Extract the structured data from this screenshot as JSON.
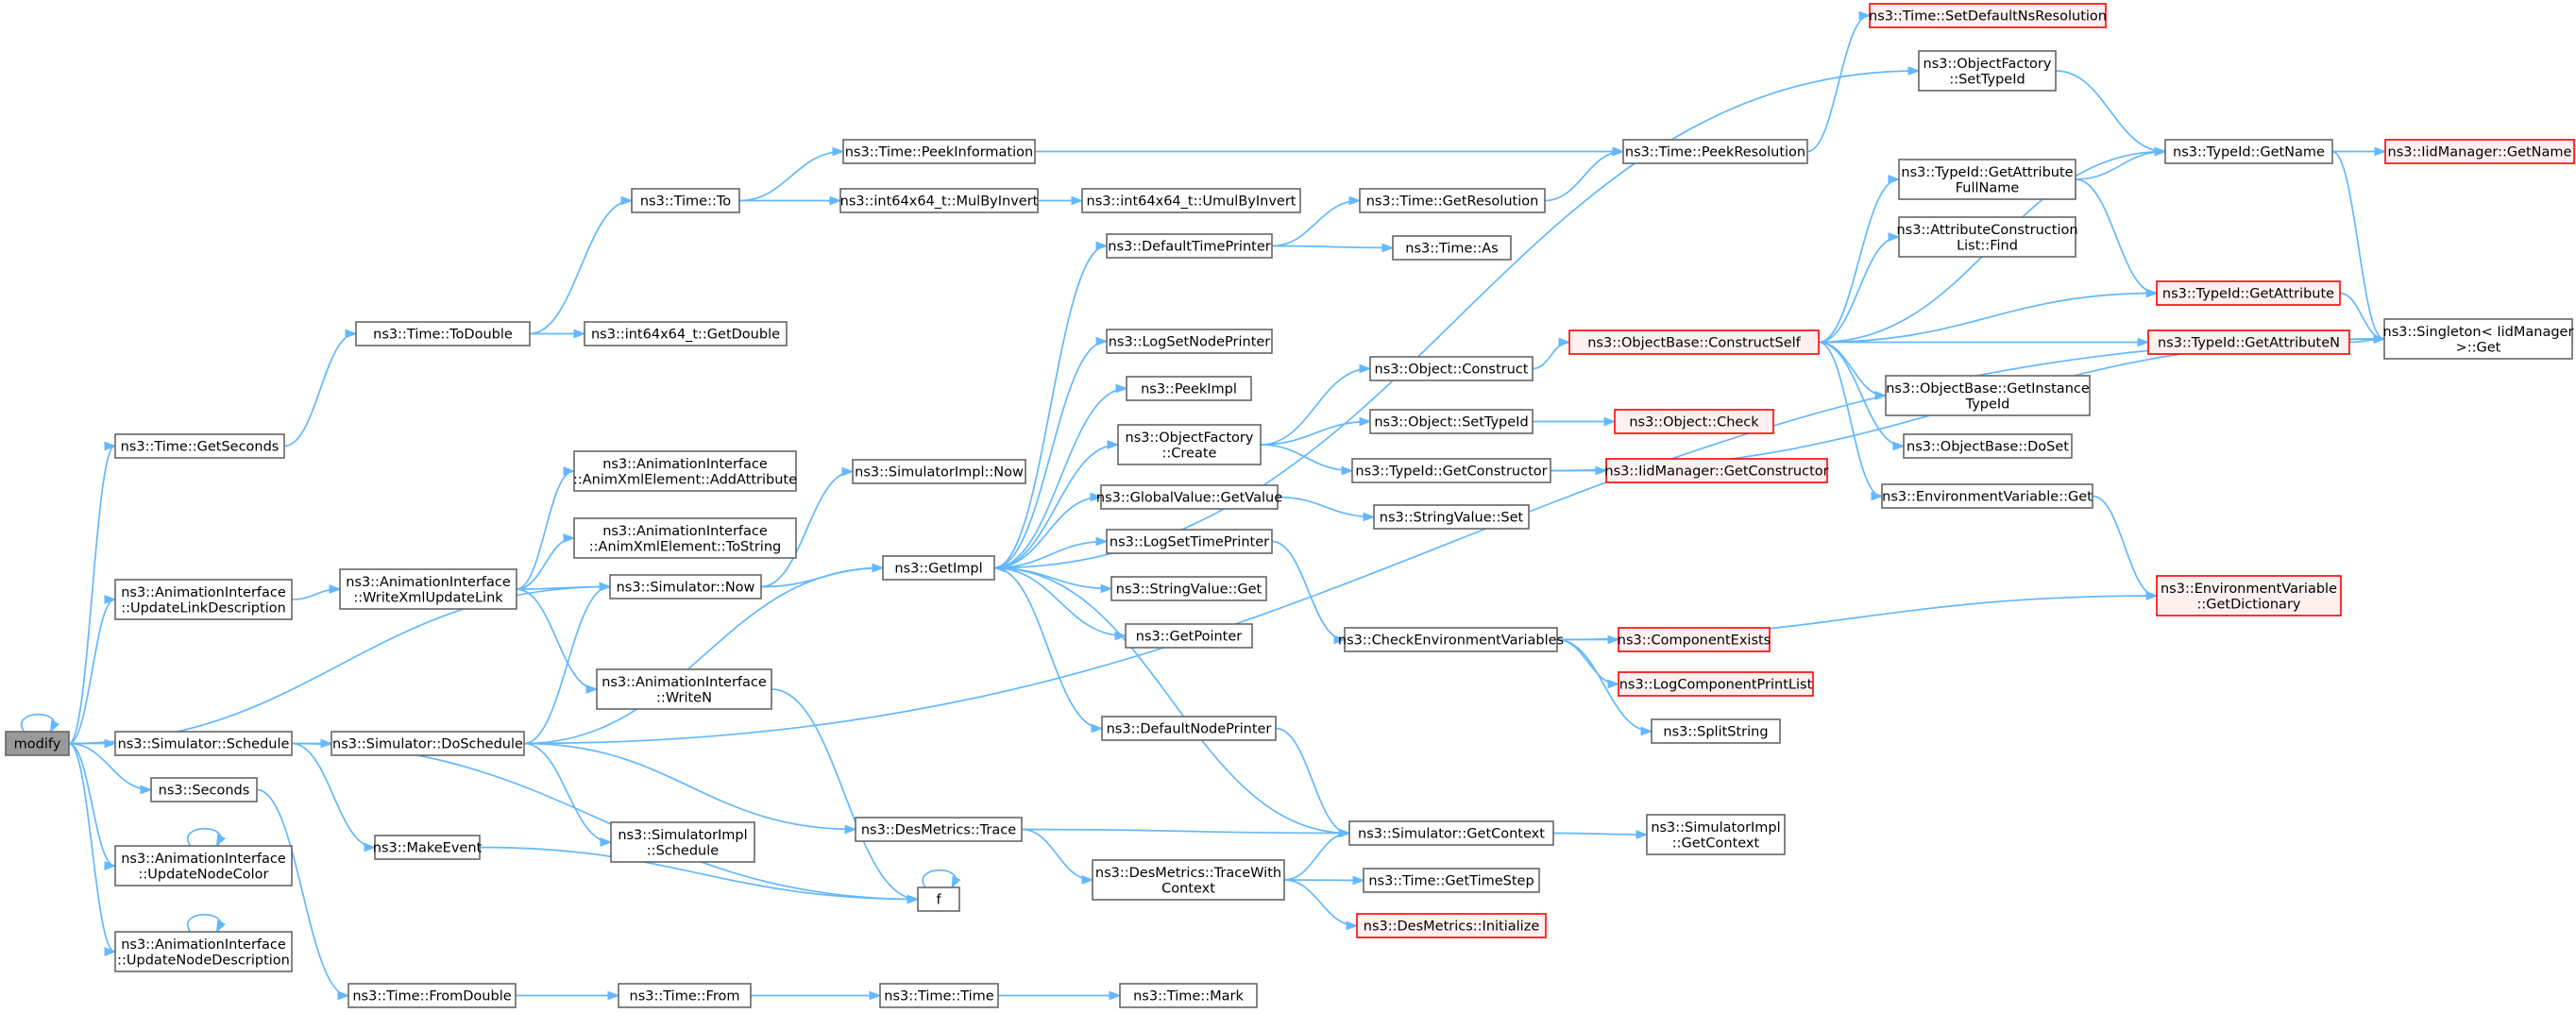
{
  "graph": {
    "title": "",
    "nodes": [
      {
        "id": "modify",
        "lines": [
          "modify"
        ]
      },
      {
        "id": "getseconds",
        "lines": [
          "ns3::Time::GetSeconds"
        ]
      },
      {
        "id": "updlinkdesc",
        "lines": [
          "ns3::AnimationInterface",
          "::UpdateLinkDescription"
        ]
      },
      {
        "id": "schedule",
        "lines": [
          "ns3::Simulator::Schedule"
        ]
      },
      {
        "id": "seconds",
        "lines": [
          "ns3::Seconds"
        ]
      },
      {
        "id": "updnodecolor",
        "lines": [
          "ns3::AnimationInterface",
          "::UpdateNodeColor"
        ]
      },
      {
        "id": "updnodedesc",
        "lines": [
          "ns3::AnimationInterface",
          "::UpdateNodeDescription"
        ]
      },
      {
        "id": "todouble",
        "lines": [
          "ns3::Time::ToDouble"
        ]
      },
      {
        "id": "writexml",
        "lines": [
          "ns3::AnimationInterface",
          "::WriteXmlUpdateLink"
        ]
      },
      {
        "id": "doschedule",
        "lines": [
          "ns3::Simulator::DoSchedule"
        ]
      },
      {
        "id": "makeevent",
        "lines": [
          "ns3::MakeEvent"
        ]
      },
      {
        "id": "fromdouble",
        "lines": [
          "ns3::Time::FromDouble"
        ]
      },
      {
        "id": "timeto",
        "lines": [
          "ns3::Time::To"
        ]
      },
      {
        "id": "getdouble",
        "lines": [
          "ns3::int64x64_t::GetDouble"
        ]
      },
      {
        "id": "addattr",
        "lines": [
          "ns3::AnimationInterface",
          "::AnimXmlElement::AddAttribute"
        ]
      },
      {
        "id": "tostring",
        "lines": [
          "ns3::AnimationInterface",
          "::AnimXmlElement::ToString"
        ]
      },
      {
        "id": "simnow",
        "lines": [
          "ns3::Simulator::Now"
        ]
      },
      {
        "id": "writen",
        "lines": [
          "ns3::AnimationInterface",
          "::WriteN"
        ]
      },
      {
        "id": "simimplsched",
        "lines": [
          "ns3::SimulatorImpl",
          "::Schedule"
        ]
      },
      {
        "id": "timefrom",
        "lines": [
          "ns3::Time::From"
        ]
      },
      {
        "id": "peekinfo",
        "lines": [
          "ns3::Time::PeekInformation"
        ]
      },
      {
        "id": "mulbyinvert",
        "lines": [
          "ns3::int64x64_t::MulByInvert"
        ]
      },
      {
        "id": "simimplnow",
        "lines": [
          "ns3::SimulatorImpl::Now"
        ]
      },
      {
        "id": "getimpl",
        "lines": [
          "ns3::GetImpl"
        ]
      },
      {
        "id": "destrace",
        "lines": [
          "ns3::DesMetrics::Trace"
        ]
      },
      {
        "id": "f",
        "lines": [
          "f"
        ]
      },
      {
        "id": "timetime",
        "lines": [
          "ns3::Time::Time"
        ]
      },
      {
        "id": "umulbyinvert",
        "lines": [
          "ns3::int64x64_t::UmulByInvert"
        ]
      },
      {
        "id": "deftimeprinter",
        "lines": [
          "ns3::DefaultTimePrinter"
        ]
      },
      {
        "id": "logsetnode",
        "lines": [
          "ns3::LogSetNodePrinter"
        ]
      },
      {
        "id": "peekimpl",
        "lines": [
          "ns3::PeekImpl"
        ]
      },
      {
        "id": "objfactcreate",
        "lines": [
          "ns3::ObjectFactory",
          "::Create"
        ]
      },
      {
        "id": "gvgetvalue",
        "lines": [
          "ns3::GlobalValue::GetValue"
        ]
      },
      {
        "id": "logsettime",
        "lines": [
          "ns3::LogSetTimePrinter"
        ]
      },
      {
        "id": "strvalget",
        "lines": [
          "ns3::StringValue::Get"
        ]
      },
      {
        "id": "getpointer",
        "lines": [
          "ns3::GetPointer"
        ]
      },
      {
        "id": "defnodeprinter",
        "lines": [
          "ns3::DefaultNodePrinter"
        ]
      },
      {
        "id": "destracectx",
        "lines": [
          "ns3::DesMetrics::TraceWith",
          "Context"
        ]
      },
      {
        "id": "timemark",
        "lines": [
          "ns3::Time::Mark"
        ]
      },
      {
        "id": "getresolution",
        "lines": [
          "ns3::Time::GetResolution"
        ]
      },
      {
        "id": "timeas",
        "lines": [
          "ns3::Time::As"
        ]
      },
      {
        "id": "objconstruct",
        "lines": [
          "ns3::Object::Construct"
        ]
      },
      {
        "id": "objsettypeid",
        "lines": [
          "ns3::Object::SetTypeId"
        ]
      },
      {
        "id": "tidgetctor",
        "lines": [
          "ns3::TypeId::GetConstructor"
        ]
      },
      {
        "id": "strvalset",
        "lines": [
          "ns3::StringValue::Set"
        ]
      },
      {
        "id": "checkenv",
        "lines": [
          "ns3::CheckEnvironmentVariables"
        ]
      },
      {
        "id": "simgetctx",
        "lines": [
          "ns3::Simulator::GetContext"
        ]
      },
      {
        "id": "gettimestep",
        "lines": [
          "ns3::Time::GetTimeStep"
        ]
      },
      {
        "id": "desinit",
        "lines": [
          "ns3::DesMetrics::Initialize"
        ],
        "red": true
      },
      {
        "id": "peekres",
        "lines": [
          "ns3::Time::PeekResolution"
        ]
      },
      {
        "id": "constructself",
        "lines": [
          "ns3::ObjectBase::ConstructSelf"
        ],
        "red": true
      },
      {
        "id": "objcheck",
        "lines": [
          "ns3::Object::Check"
        ],
        "red": true
      },
      {
        "id": "iidgetctor",
        "lines": [
          "ns3::IidManager::GetConstructor"
        ],
        "red": true
      },
      {
        "id": "compexists",
        "lines": [
          "ns3::ComponentExists"
        ],
        "red": true
      },
      {
        "id": "logcompprint",
        "lines": [
          "ns3::LogComponentPrintList"
        ],
        "red": true
      },
      {
        "id": "splitstring",
        "lines": [
          "ns3::SplitString"
        ]
      },
      {
        "id": "simimplgetctx",
        "lines": [
          "ns3::SimulatorImpl",
          "::GetContext"
        ]
      },
      {
        "id": "setdefres",
        "lines": [
          "ns3::Time::SetDefaultNsResolution"
        ],
        "red": true
      },
      {
        "id": "objfactsettid",
        "lines": [
          "ns3::ObjectFactory",
          "::SetTypeId"
        ]
      },
      {
        "id": "tidgetattrfull",
        "lines": [
          "ns3::TypeId::GetAttribute",
          "FullName"
        ]
      },
      {
        "id": "attrconstrfind",
        "lines": [
          "ns3::AttributeConstruction",
          "List::Find"
        ]
      },
      {
        "id": "getinsttid",
        "lines": [
          "ns3::ObjectBase::GetInstance",
          "TypeId"
        ]
      },
      {
        "id": "doset",
        "lines": [
          "ns3::ObjectBase::DoSet"
        ]
      },
      {
        "id": "envget",
        "lines": [
          "ns3::EnvironmentVariable::Get"
        ]
      },
      {
        "id": "tidgetname",
        "lines": [
          "ns3::TypeId::GetName"
        ]
      },
      {
        "id": "tidgetattr",
        "lines": [
          "ns3::TypeId::GetAttribute"
        ],
        "red": true
      },
      {
        "id": "tidgetattrn",
        "lines": [
          "ns3::TypeId::GetAttributeN"
        ],
        "red": true
      },
      {
        "id": "envgetdict",
        "lines": [
          "ns3::EnvironmentVariable",
          "::GetDictionary"
        ],
        "red": true
      },
      {
        "id": "iidgetname",
        "lines": [
          "ns3::IidManager::GetName"
        ],
        "red": true
      },
      {
        "id": "singleton",
        "lines": [
          "ns3::Singleton< IidManager",
          ">::Get"
        ]
      }
    ],
    "edges": [
      [
        "modify",
        "modify"
      ],
      [
        "modify",
        "getseconds"
      ],
      [
        "modify",
        "updlinkdesc"
      ],
      [
        "modify",
        "simnow"
      ],
      [
        "modify",
        "schedule"
      ],
      [
        "modify",
        "seconds"
      ],
      [
        "modify",
        "updnodecolor"
      ],
      [
        "modify",
        "updnodedesc"
      ],
      [
        "getseconds",
        "todouble"
      ],
      [
        "todouble",
        "timeto"
      ],
      [
        "todouble",
        "getdouble"
      ],
      [
        "timeto",
        "peekinfo"
      ],
      [
        "timeto",
        "mulbyinvert"
      ],
      [
        "mulbyinvert",
        "umulbyinvert"
      ],
      [
        "peekinfo",
        "peekres"
      ],
      [
        "updlinkdesc",
        "writexml"
      ],
      [
        "writexml",
        "addattr"
      ],
      [
        "writexml",
        "tostring"
      ],
      [
        "writexml",
        "simnow"
      ],
      [
        "writexml",
        "writen"
      ],
      [
        "schedule",
        "doschedule"
      ],
      [
        "schedule",
        "makeevent"
      ],
      [
        "schedule",
        "f"
      ],
      [
        "seconds",
        "fromdouble"
      ],
      [
        "updnodecolor",
        "updnodecolor"
      ],
      [
        "updnodedesc",
        "updnodedesc"
      ],
      [
        "doschedule",
        "simnow"
      ],
      [
        "doschedule",
        "getimpl"
      ],
      [
        "doschedule",
        "simimplsched"
      ],
      [
        "doschedule",
        "destrace"
      ],
      [
        "doschedule",
        "singleton"
      ],
      [
        "makeevent",
        "f"
      ],
      [
        "writen",
        "f"
      ],
      [
        "f",
        "f"
      ],
      [
        "fromdouble",
        "timefrom"
      ],
      [
        "timefrom",
        "timetime"
      ],
      [
        "timetime",
        "timemark"
      ],
      [
        "simnow",
        "simimplnow"
      ],
      [
        "simnow",
        "getimpl"
      ],
      [
        "getimpl",
        "deftimeprinter"
      ],
      [
        "getimpl",
        "logsetnode"
      ],
      [
        "getimpl",
        "peekimpl"
      ],
      [
        "getimpl",
        "objfactcreate"
      ],
      [
        "getimpl",
        "gvgetvalue"
      ],
      [
        "getimpl",
        "logsettime"
      ],
      [
        "getimpl",
        "strvalget"
      ],
      [
        "getimpl",
        "getpointer"
      ],
      [
        "getimpl",
        "defnodeprinter"
      ],
      [
        "getimpl",
        "objfactsettid"
      ],
      [
        "destrace",
        "simgetctx"
      ],
      [
        "destrace",
        "destracectx"
      ],
      [
        "destracectx",
        "simgetctx"
      ],
      [
        "destracectx",
        "gettimestep"
      ],
      [
        "destracectx",
        "desinit"
      ],
      [
        "deftimeprinter",
        "getresolution"
      ],
      [
        "deftimeprinter",
        "timeas"
      ],
      [
        "getresolution",
        "peekres"
      ],
      [
        "peekres",
        "setdefres"
      ],
      [
        "objfactcreate",
        "objconstruct"
      ],
      [
        "objfactcreate",
        "objsettypeid"
      ],
      [
        "objfactcreate",
        "tidgetctor"
      ],
      [
        "gvgetvalue",
        "strvalset"
      ],
      [
        "logsettime",
        "checkenv"
      ],
      [
        "defnodeprinter",
        "simgetctx"
      ],
      [
        "objconstruct",
        "constructself"
      ],
      [
        "objsettypeid",
        "objcheck"
      ],
      [
        "tidgetctor",
        "iidgetctor"
      ],
      [
        "tidgetctor",
        "singleton"
      ],
      [
        "checkenv",
        "envgetdict"
      ],
      [
        "checkenv",
        "compexists"
      ],
      [
        "checkenv",
        "logcompprint"
      ],
      [
        "checkenv",
        "splitstring"
      ],
      [
        "simgetctx",
        "getimpl"
      ],
      [
        "simgetctx",
        "simimplgetctx"
      ],
      [
        "constructself",
        "tidgetname"
      ],
      [
        "constructself",
        "tidgetattrfull"
      ],
      [
        "constructself",
        "attrconstrfind"
      ],
      [
        "constructself",
        "tidgetattr"
      ],
      [
        "constructself",
        "tidgetattrn"
      ],
      [
        "constructself",
        "getinsttid"
      ],
      [
        "constructself",
        "doset"
      ],
      [
        "constructself",
        "envget"
      ],
      [
        "objfactsettid",
        "tidgetname"
      ],
      [
        "tidgetattrfull",
        "tidgetname"
      ],
      [
        "tidgetattrfull",
        "tidgetattr"
      ],
      [
        "envget",
        "envgetdict"
      ],
      [
        "tidgetname",
        "iidgetname"
      ],
      [
        "tidgetname",
        "singleton"
      ],
      [
        "tidgetattr",
        "singleton"
      ],
      [
        "tidgetattrn",
        "singleton"
      ]
    ]
  }
}
